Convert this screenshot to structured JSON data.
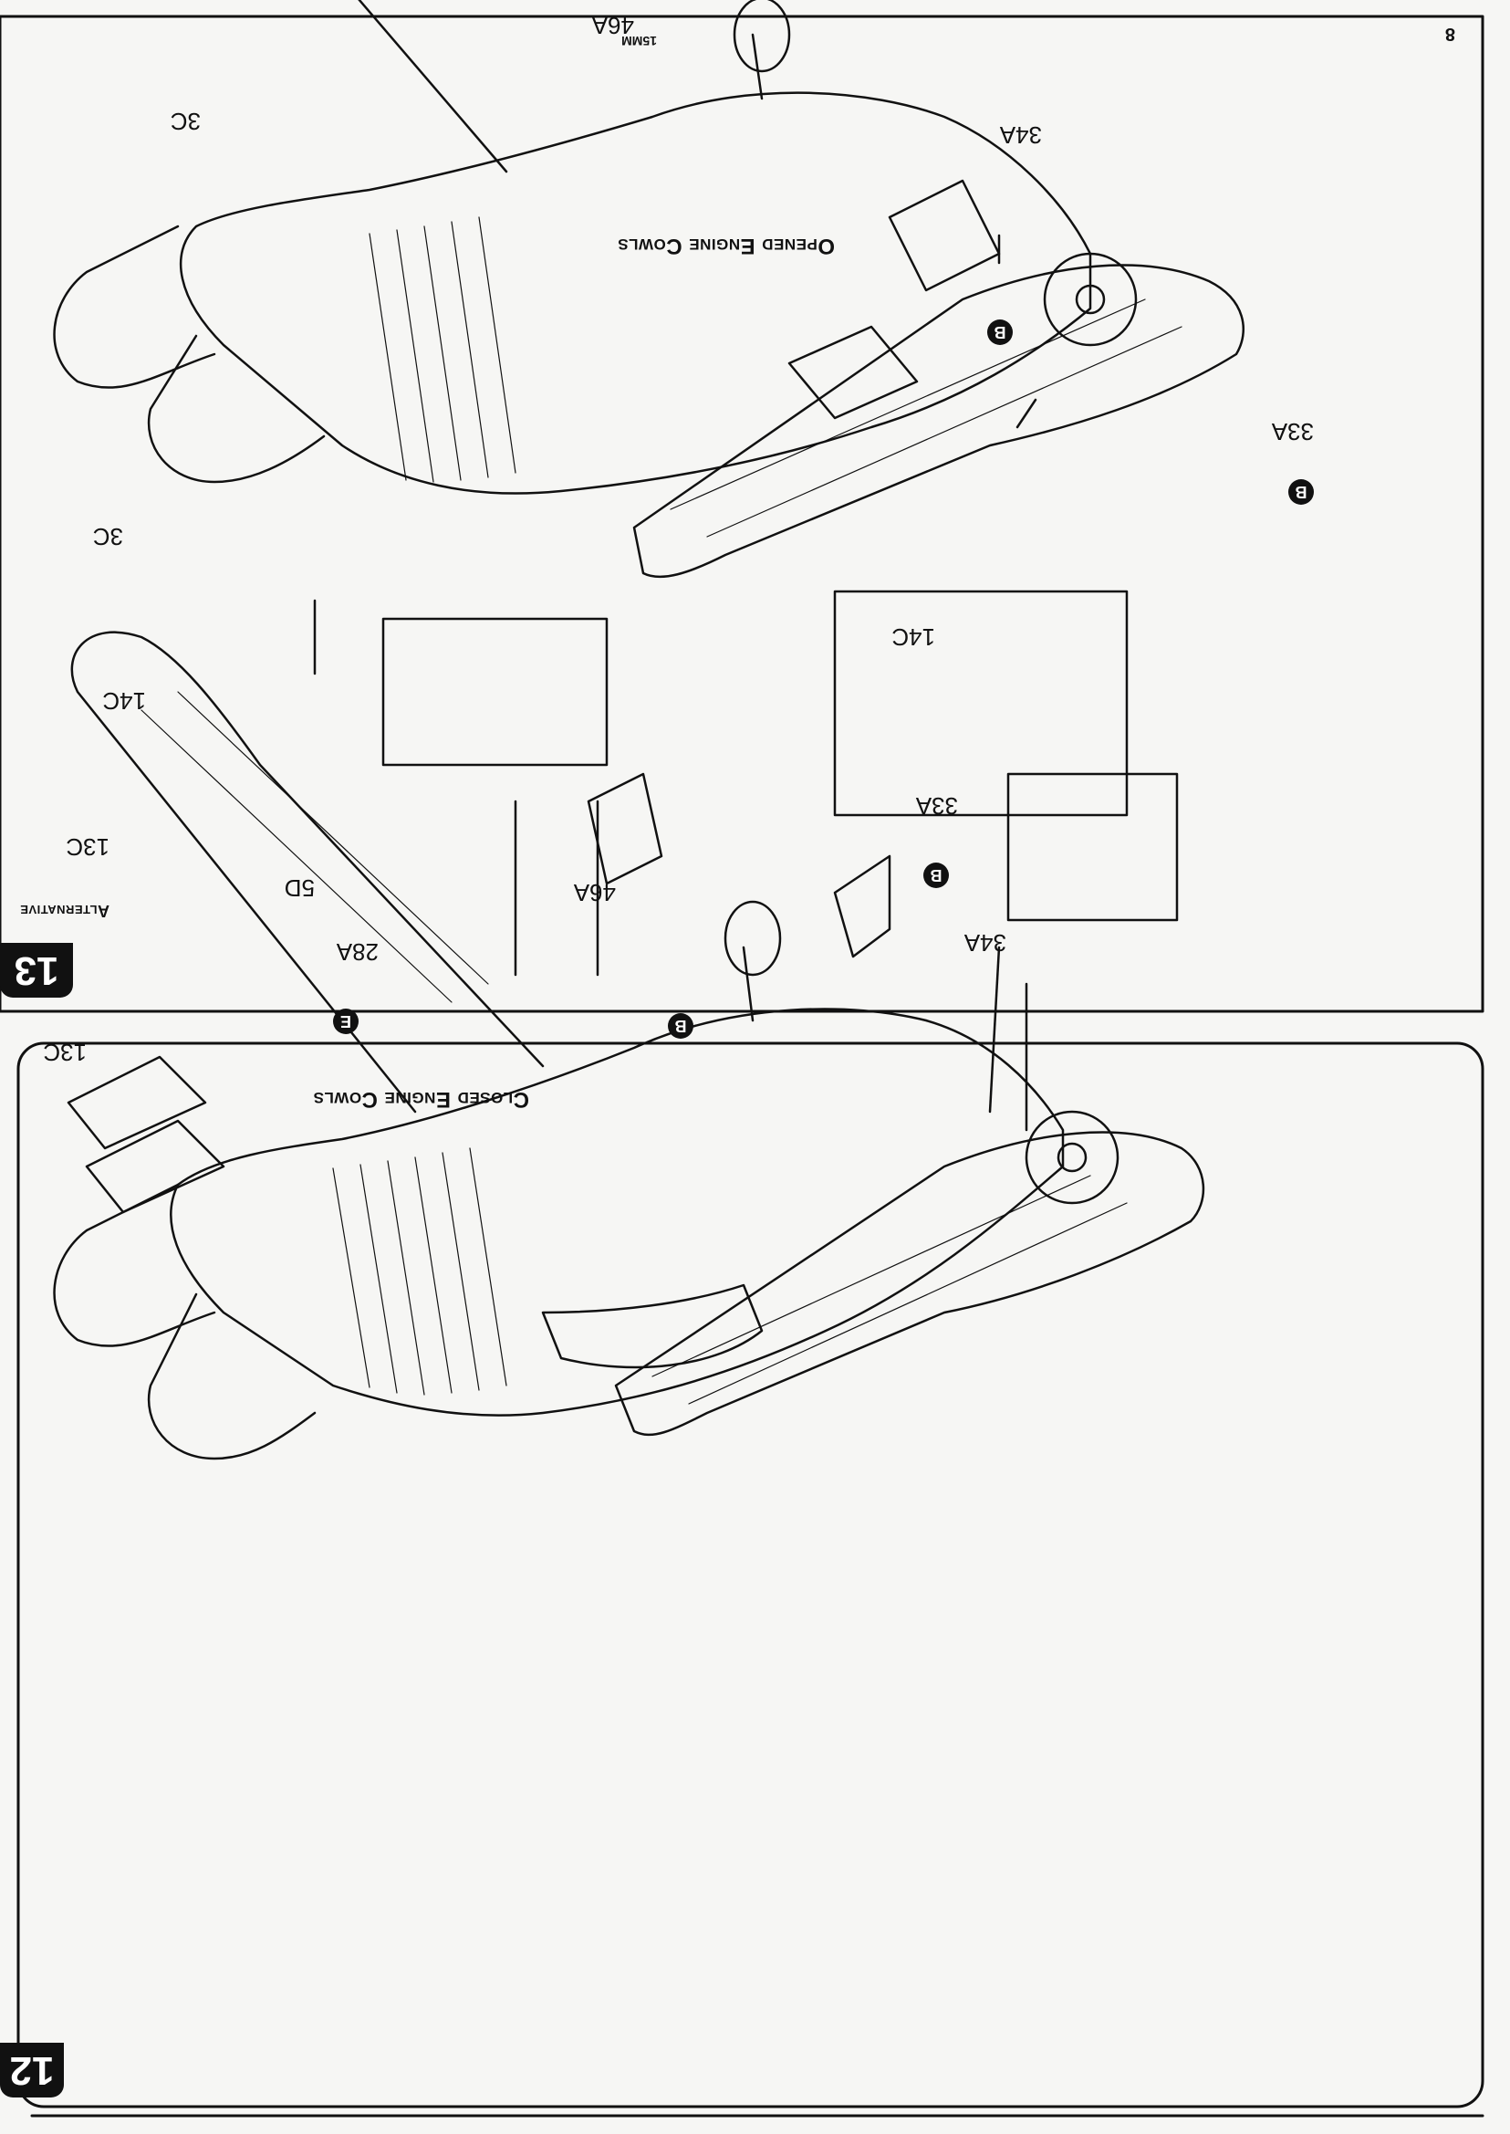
{
  "page_number": "8",
  "step13": {
    "number": "13",
    "tag": "Alternative",
    "heading": "Opened Engine Cowls",
    "parts": {
      "p34a": "34A",
      "p33a": "33A",
      "b1": "B",
      "b2": "B"
    }
  },
  "step12": {
    "number": "12",
    "heading": "Closed Engine Cowls",
    "parts": {
      "p34a": "34A",
      "p33a": "33A",
      "p46a": "46A",
      "p5d": "5D",
      "p28a": "28A",
      "p13c_a": "13C",
      "p13c_b": "13C",
      "p14c_a": "14C",
      "p3c_a": "3C",
      "p14c_b": "14C",
      "p3c_b": "3C",
      "p46a_inset": "46A",
      "measure": "15MM",
      "b1": "B",
      "b2": "B",
      "e1": "E"
    }
  }
}
